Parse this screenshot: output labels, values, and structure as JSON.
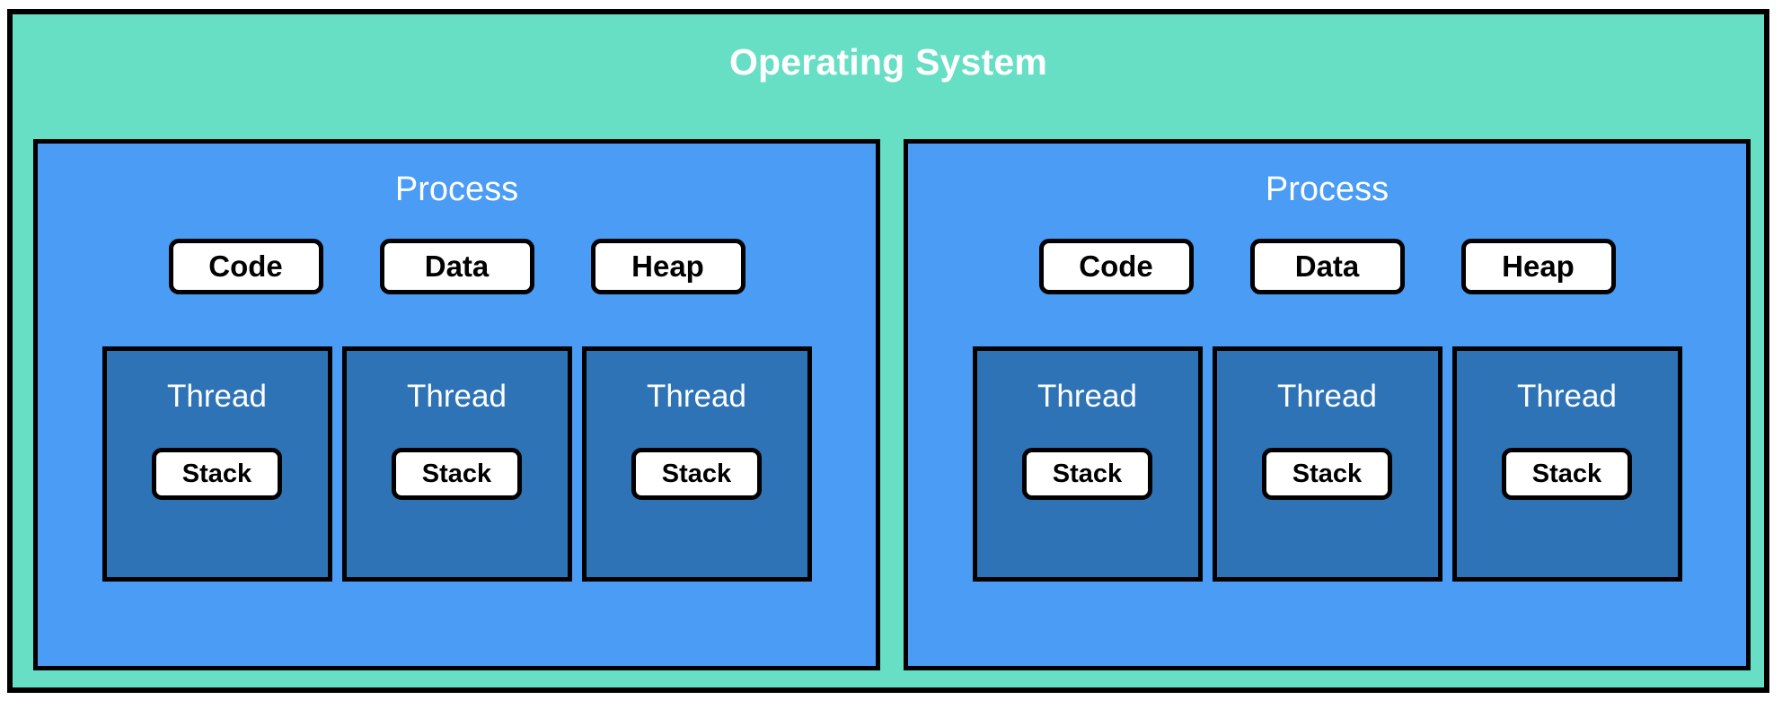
{
  "diagram": {
    "title": "Operating System",
    "colors": {
      "os_background": "#66dfc4",
      "process_background": "#4a9cf5",
      "thread_background": "#2e73b5",
      "pill_background": "#ffffff",
      "border": "#000000",
      "label_text": "#ffffff",
      "pill_text": "#000000"
    },
    "processes": [
      {
        "label": "Process",
        "segments": [
          {
            "label": "Code"
          },
          {
            "label": "Data"
          },
          {
            "label": "Heap"
          }
        ],
        "threads": [
          {
            "label": "Thread",
            "stack_label": "Stack"
          },
          {
            "label": "Thread",
            "stack_label": "Stack"
          },
          {
            "label": "Thread",
            "stack_label": "Stack"
          }
        ]
      },
      {
        "label": "Process",
        "segments": [
          {
            "label": "Code"
          },
          {
            "label": "Data"
          },
          {
            "label": "Heap"
          }
        ],
        "threads": [
          {
            "label": "Thread",
            "stack_label": "Stack"
          },
          {
            "label": "Thread",
            "stack_label": "Stack"
          },
          {
            "label": "Thread",
            "stack_label": "Stack"
          }
        ]
      }
    ]
  }
}
